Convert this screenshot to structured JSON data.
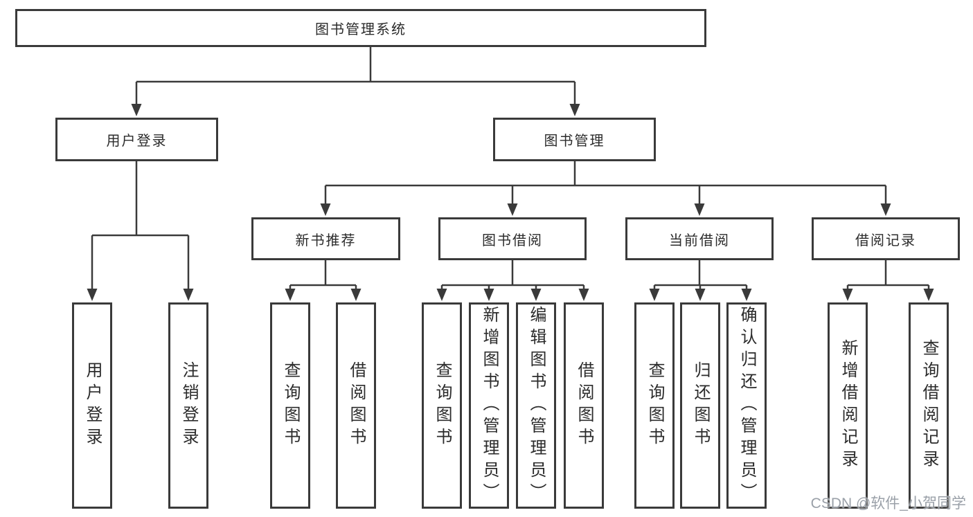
{
  "diagram": {
    "root": {
      "label": "图书管理系统"
    },
    "level2": [
      {
        "label": "用户登录"
      },
      {
        "label": "图书管理"
      }
    ],
    "level3": [
      {
        "label": "新书推荐"
      },
      {
        "label": "图书借阅"
      },
      {
        "label": "当前借阅"
      },
      {
        "label": "借阅记录"
      }
    ],
    "leaves": [
      {
        "label": "用户登录",
        "parent": "用户登录"
      },
      {
        "label": "注销登录",
        "parent": "用户登录"
      },
      {
        "label": "查询图书",
        "parent": "新书推荐"
      },
      {
        "label": "借阅图书",
        "parent": "新书推荐"
      },
      {
        "label": "查询图书",
        "parent": "图书借阅"
      },
      {
        "label": "新增图书（管理员）",
        "parent": "图书借阅"
      },
      {
        "label": "编辑图书（管理员）",
        "parent": "图书借阅"
      },
      {
        "label": "借阅图书",
        "parent": "图书借阅"
      },
      {
        "label": "查询图书",
        "parent": "当前借阅"
      },
      {
        "label": "归还图书",
        "parent": "当前借阅"
      },
      {
        "label": "确认归还（管理员）",
        "parent": "当前借阅"
      },
      {
        "label": "新增借阅记录",
        "parent": "借阅记录"
      },
      {
        "label": "查询借阅记录",
        "parent": "借阅记录"
      }
    ]
  },
  "watermark": {
    "text": "CSDN @软件_小贺同学"
  },
  "colors": {
    "line": "#3a3a3a",
    "text": "#2b2b2b",
    "background": "#ffffff",
    "watermark": "#9aa0a8"
  }
}
